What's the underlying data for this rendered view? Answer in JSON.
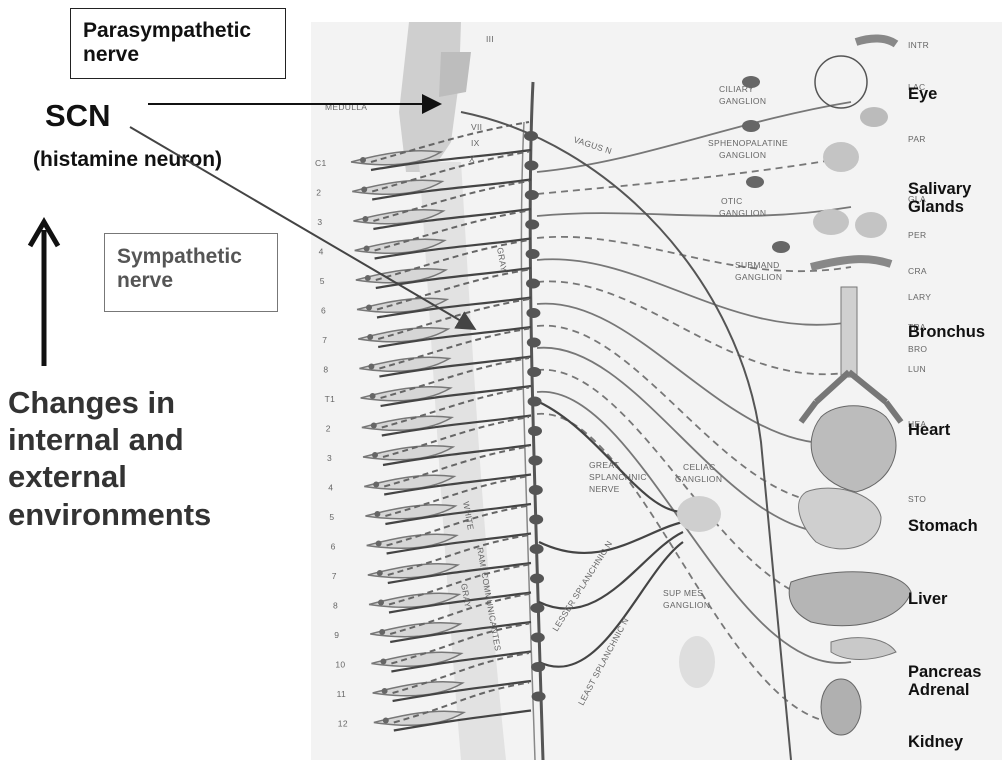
{
  "boxes": {
    "parasympathetic": "Parasympathetic nerve",
    "sympathetic": "Sympathetic nerve"
  },
  "scn": {
    "title": "SCN",
    "subtitle": "(histamine neuron)"
  },
  "environment": [
    "Changes in",
    "internal and",
    "external",
    "environments"
  ],
  "organs": [
    "Eye",
    "Salivary Glands",
    "Bronchus",
    "Heart",
    "Stomach",
    "Liver",
    "Pancreas Adrenal",
    "Kidney"
  ],
  "diagram_labels": {
    "cranial": [
      "III",
      "VII",
      "IX",
      "X"
    ],
    "medulla": "MEDULLA",
    "ganglia": [
      "CILIARY",
      "GANGLION",
      "SPHENOPALATINE",
      "GANGLION",
      "OTIC",
      "GANGLION",
      "SUBMAND",
      "GANGLION",
      "CELIAC",
      "GANGLION",
      "SUP MES",
      "GANGLION"
    ],
    "nerves": [
      "VAGUS N",
      "GREAT",
      "SPLANCHNIC",
      "NERVE",
      "LESSER SPLANCHNIC N",
      "LEAST SPLANCHNIC N",
      "GRAY",
      "RAMI COMMUNICANTES",
      "WHITE",
      "GRAY"
    ],
    "spinal": [
      "C1",
      "2",
      "3",
      "4",
      "5",
      "6",
      "7",
      "8",
      "T1",
      "2",
      "3",
      "4",
      "5",
      "6",
      "7",
      "8",
      "9",
      "10",
      "11",
      "12"
    ],
    "edge": [
      "INTR",
      "LAC",
      "PAR",
      "GLA",
      "PER",
      "CRA",
      "LARY",
      "TRA",
      "BRO",
      "LUN",
      "HEA",
      "STO"
    ]
  }
}
